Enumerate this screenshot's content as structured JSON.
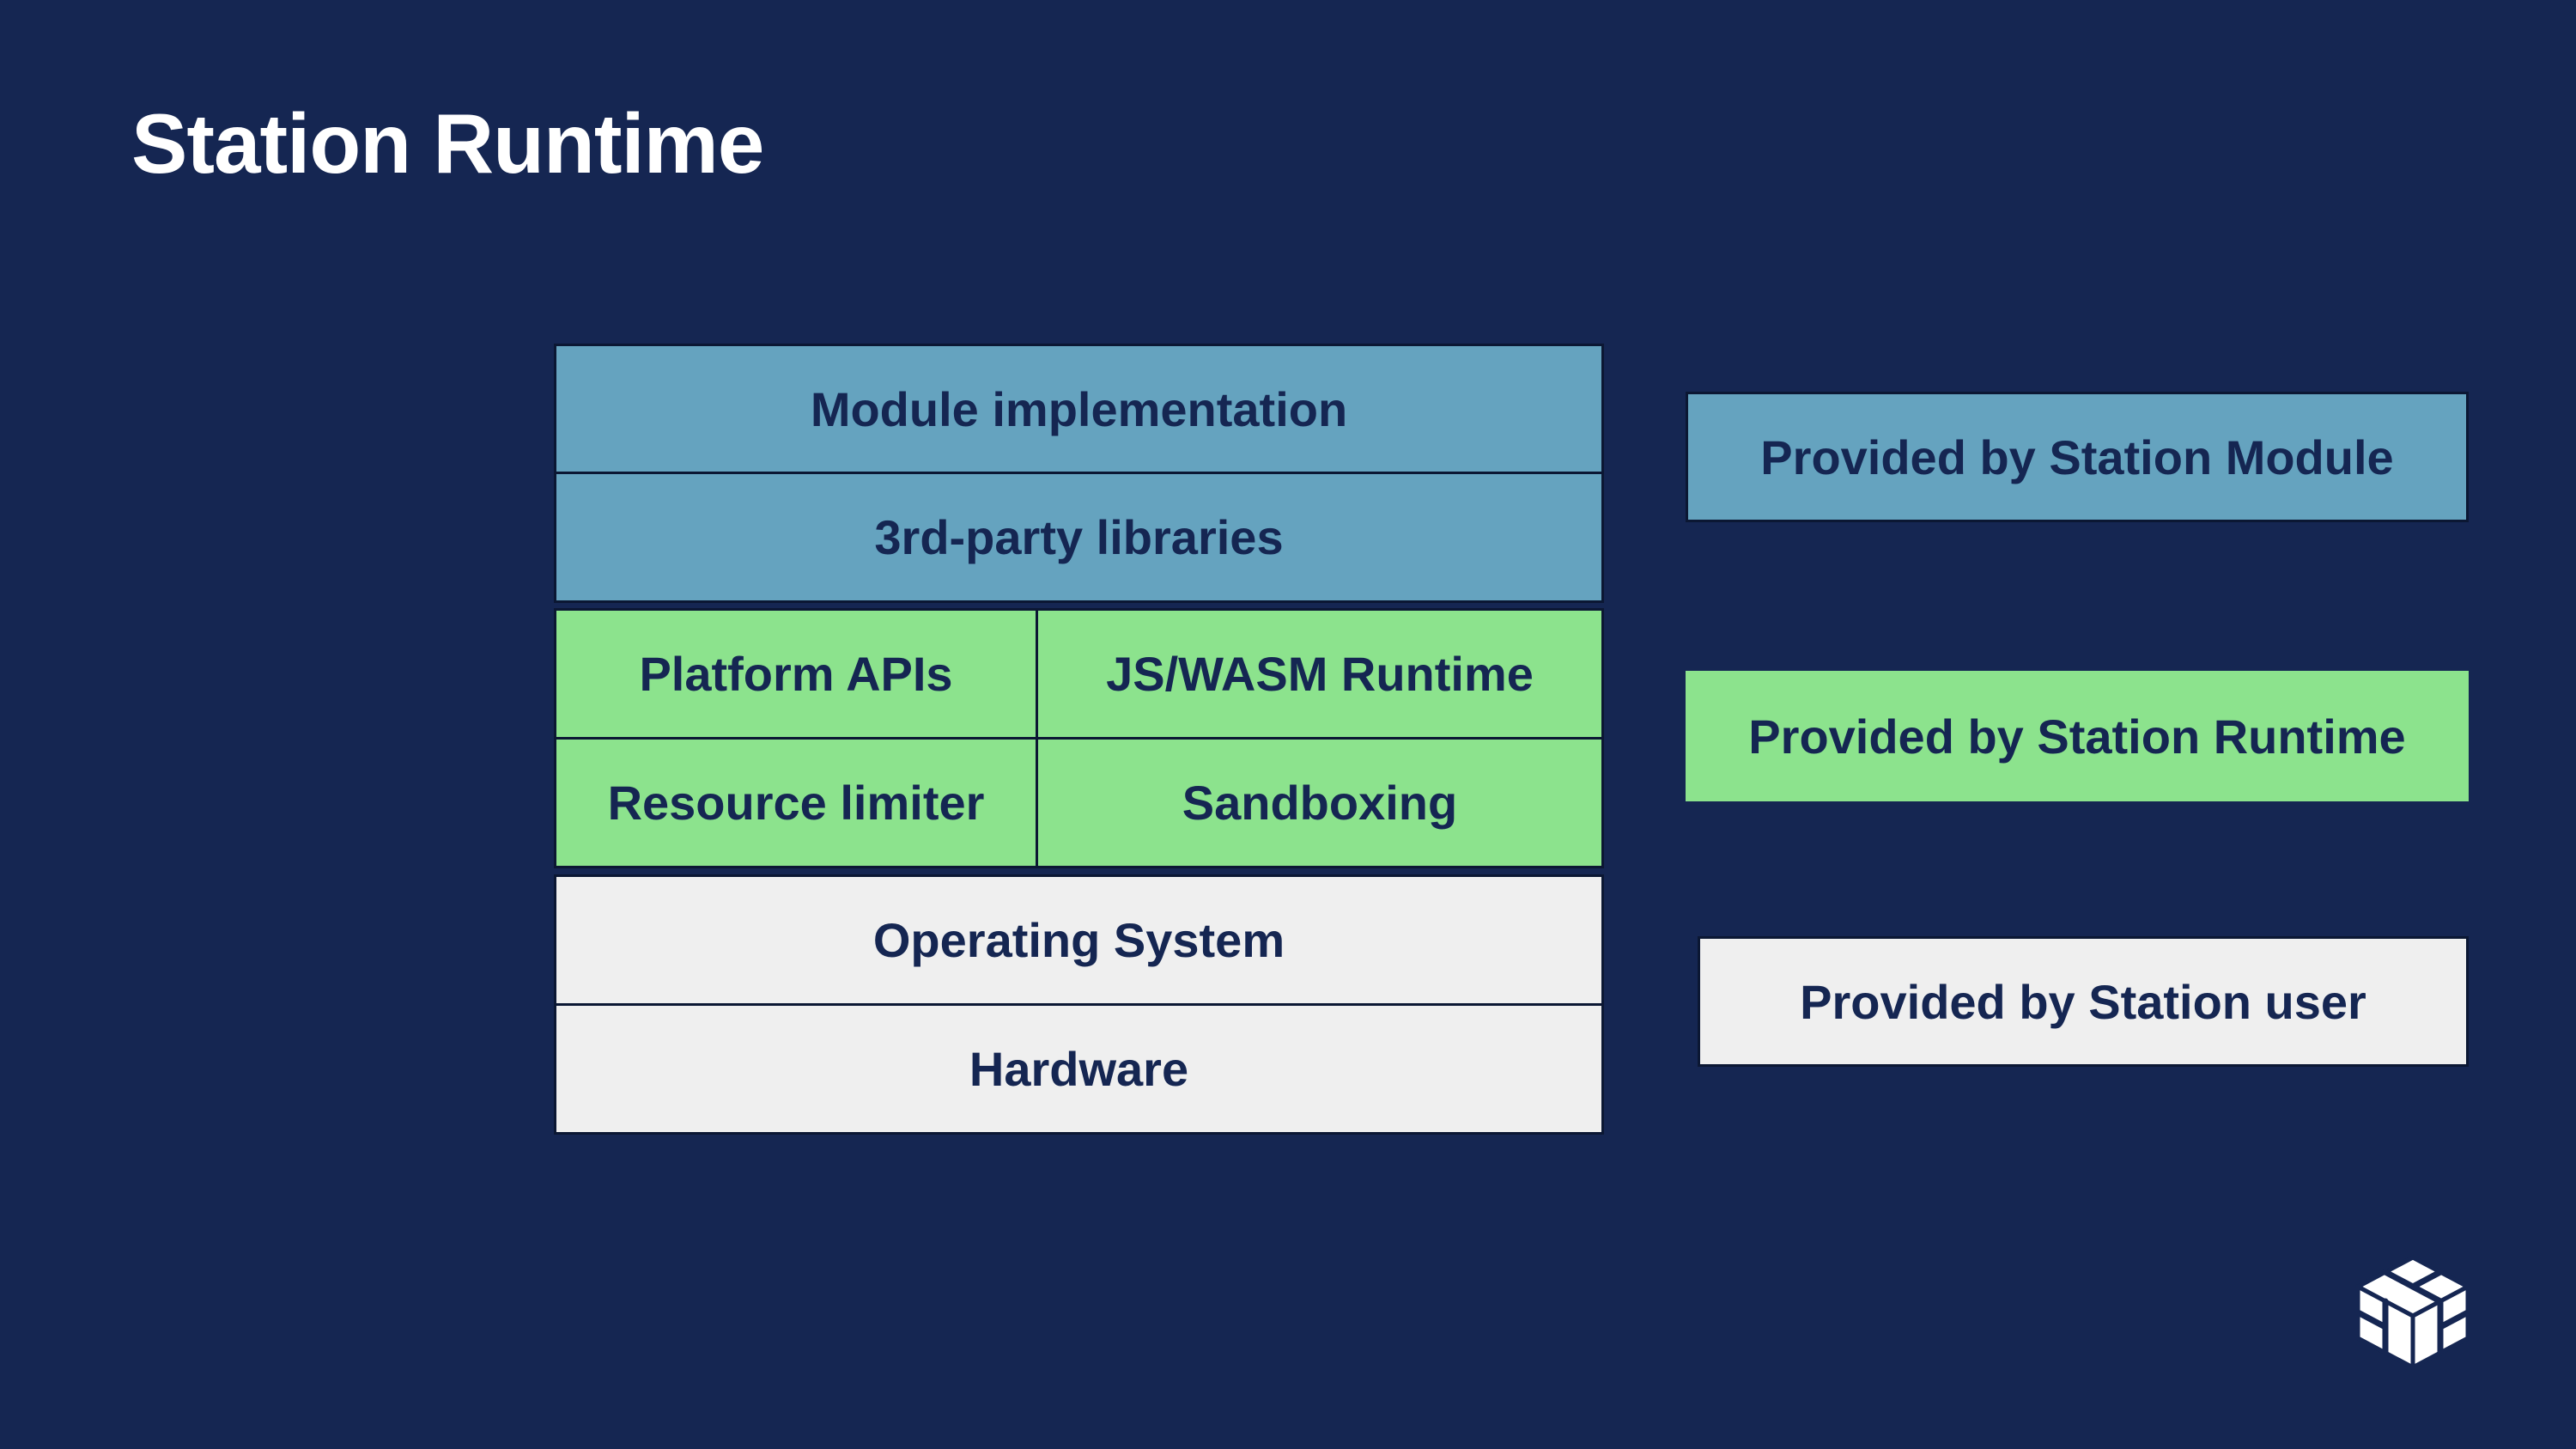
{
  "slide": {
    "title": "Station Runtime"
  },
  "stack": {
    "module_layers": [
      "Module implementation",
      "3rd-party libraries"
    ],
    "runtime_cells": [
      "Platform APIs",
      "JS/WASM Runtime",
      "Resource limiter",
      "Sandboxing"
    ],
    "user_layers": [
      "Operating System",
      "Hardware"
    ]
  },
  "legend": {
    "module": "Provided by Station Module",
    "runtime": "Provided by Station Runtime",
    "user": "Provided by Station user"
  },
  "colors": {
    "background": "#152652",
    "module": "#65a3bf",
    "runtime": "#8ce38d",
    "user": "#efefef",
    "text_dark": "#152652",
    "title_text": "#ffffff"
  },
  "logo": {
    "icon": "station-cube-logo-icon"
  }
}
